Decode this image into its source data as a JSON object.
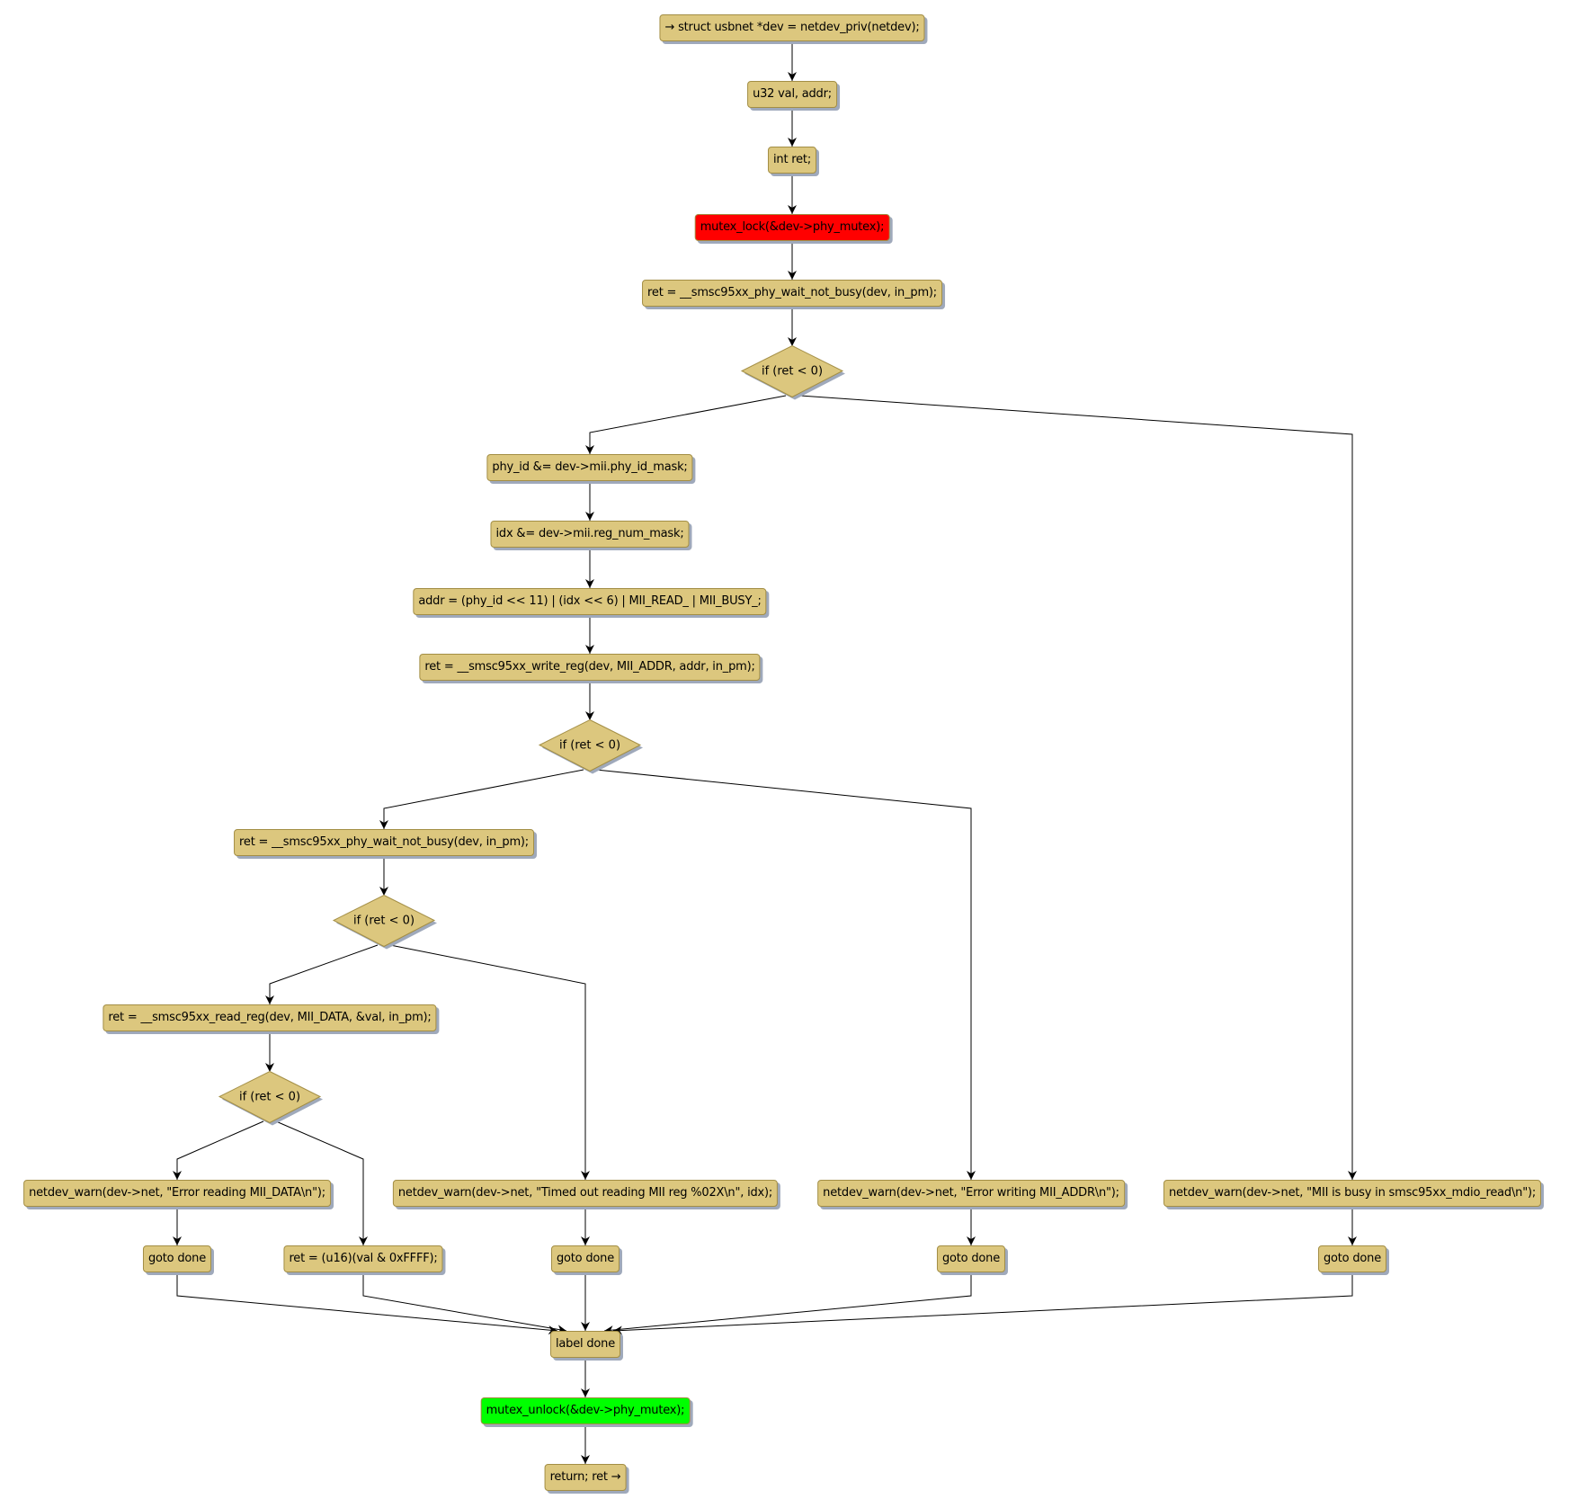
{
  "colors": {
    "fill": "#dcc77e",
    "border": "#a38e45",
    "lock": "#ff0000",
    "unlock": "#00ff00"
  },
  "nodes": [
    {
      "id": "n1",
      "text": "→ struct usbnet *dev = netdev_priv(netdev);"
    },
    {
      "id": "n2",
      "text": "u32 val, addr;"
    },
    {
      "id": "n3",
      "text": "int ret;"
    },
    {
      "id": "n4",
      "text": "mutex_lock(&dev->phy_mutex);",
      "style": "red"
    },
    {
      "id": "n5",
      "text": "ret = __smsc95xx_phy_wait_not_busy(dev, in_pm);"
    },
    {
      "id": "d1",
      "text": "if (ret < 0)",
      "type": "decision"
    },
    {
      "id": "n6",
      "text": "phy_id &= dev->mii.phy_id_mask;"
    },
    {
      "id": "n7",
      "text": "idx &= dev->mii.reg_num_mask;"
    },
    {
      "id": "n8",
      "text": "addr = (phy_id << 11) | (idx << 6) | MII_READ_ | MII_BUSY_;"
    },
    {
      "id": "n9",
      "text": "ret = __smsc95xx_write_reg(dev, MII_ADDR, addr, in_pm);"
    },
    {
      "id": "d2",
      "text": "if (ret < 0)",
      "type": "decision"
    },
    {
      "id": "n10",
      "text": "ret = __smsc95xx_phy_wait_not_busy(dev, in_pm);"
    },
    {
      "id": "d3",
      "text": "if (ret < 0)",
      "type": "decision"
    },
    {
      "id": "n11",
      "text": "ret = __smsc95xx_read_reg(dev, MII_DATA, &val, in_pm);"
    },
    {
      "id": "d4",
      "text": "if (ret < 0)",
      "type": "decision"
    },
    {
      "id": "w1",
      "text": "netdev_warn(dev->net, \"Error reading MII_DATA\\n\");"
    },
    {
      "id": "w2",
      "text": "netdev_warn(dev->net, \"Timed out reading MII reg %02X\\n\", idx);"
    },
    {
      "id": "w3",
      "text": "netdev_warn(dev->net, \"Error writing MII_ADDR\\n\");"
    },
    {
      "id": "w4",
      "text": "netdev_warn(dev->net, \"MII is busy in smsc95xx_mdio_read\\n\");"
    },
    {
      "id": "g1",
      "text": "goto done"
    },
    {
      "id": "r1",
      "text": "ret = (u16)(val & 0xFFFF);"
    },
    {
      "id": "g2",
      "text": "goto done"
    },
    {
      "id": "g3",
      "text": "goto done"
    },
    {
      "id": "g4",
      "text": "goto done"
    },
    {
      "id": "ld",
      "text": "label done"
    },
    {
      "id": "n12",
      "text": "mutex_unlock(&dev->phy_mutex);",
      "style": "green"
    },
    {
      "id": "n13",
      "text": "return; ret →"
    }
  ]
}
